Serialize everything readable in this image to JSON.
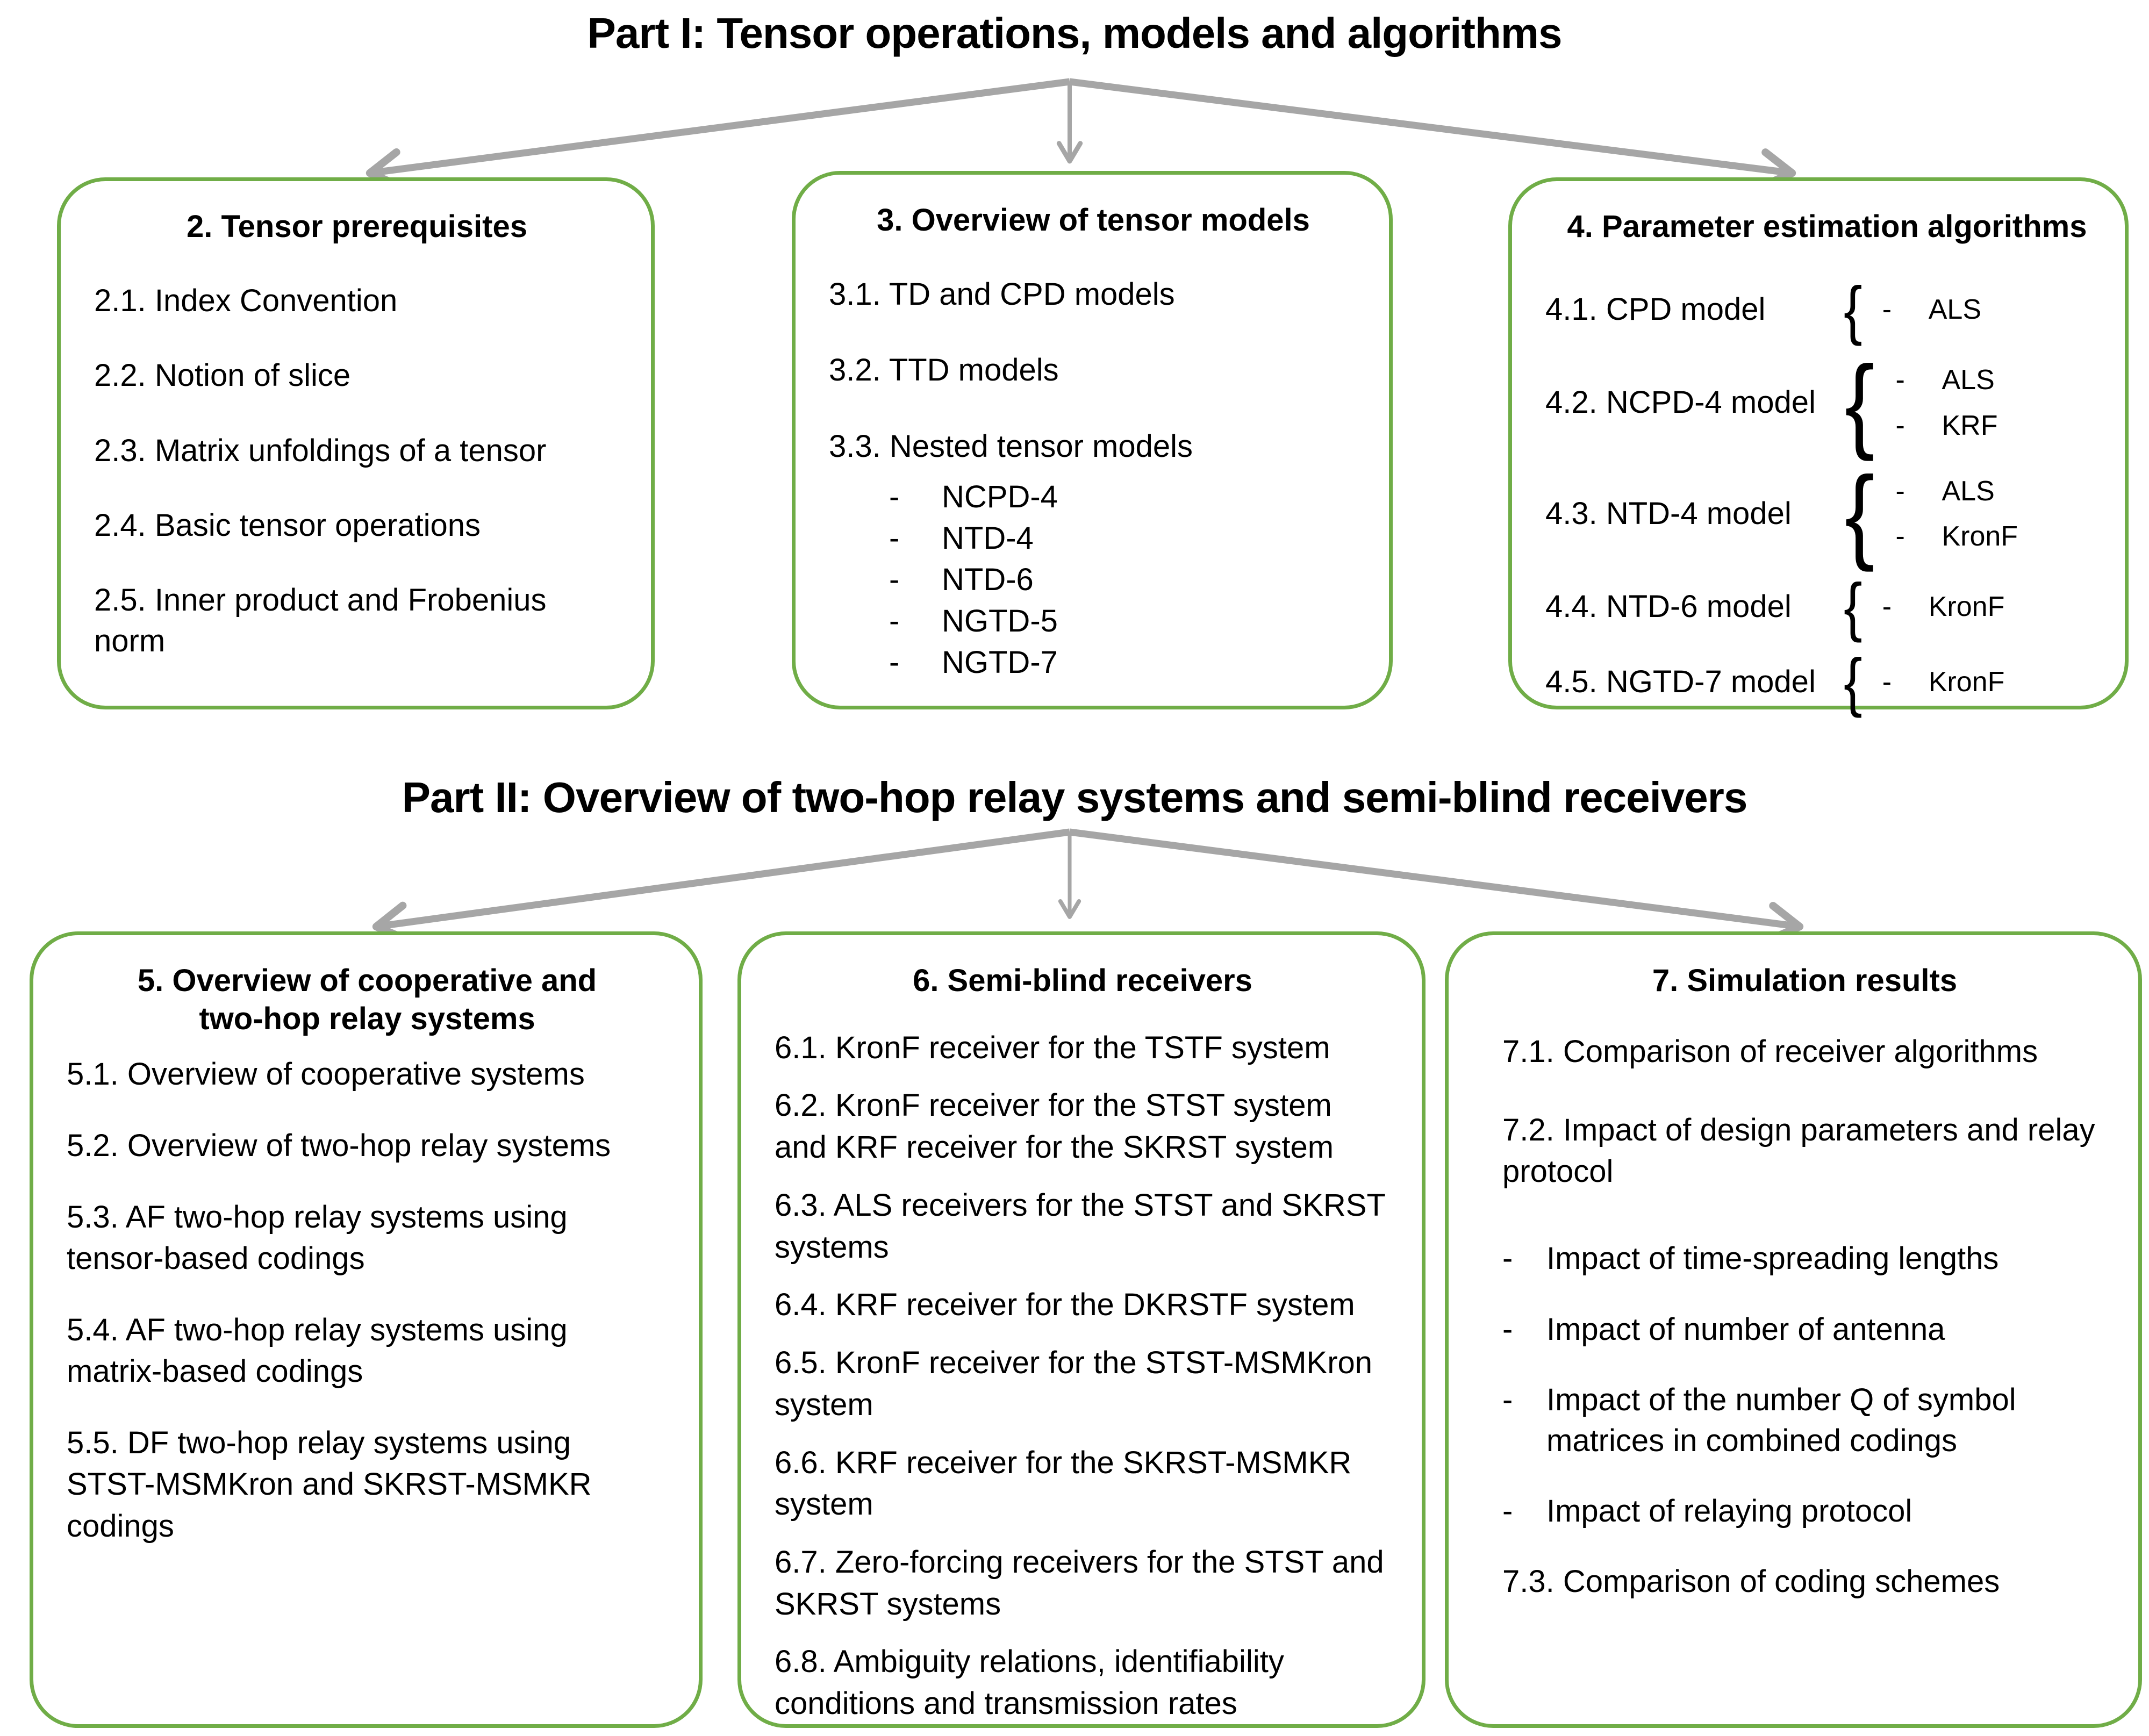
{
  "glyphs": {
    "dash": "-",
    "brace": "{"
  },
  "colors": {
    "box_border": "#70ad47",
    "connector": "#a6a6a6",
    "text": "#000000",
    "background": "#ffffff"
  },
  "part1": {
    "title": "Part I: Tensor operations, models and algorithms",
    "boxes": [
      {
        "title": "2. Tensor prerequisites",
        "items": [
          {
            "text": "2.1. Index Convention"
          },
          {
            "text": "2.2. Notion of slice"
          },
          {
            "text": "2.3. Matrix unfoldings of a tensor"
          },
          {
            "text": "2.4. Basic tensor operations"
          },
          {
            "text": "2.5. Inner product and Frobenius norm"
          }
        ]
      },
      {
        "title": "3. Overview of tensor models",
        "items": [
          {
            "text": "3.1. TD and CPD models"
          },
          {
            "text": "3.2. TTD models"
          },
          {
            "text": "3.3. Nested tensor models",
            "subitems": [
              "NCPD-4",
              "NTD-4",
              "NTD-6",
              "NGTD-5",
              "NGTD-7"
            ]
          }
        ]
      },
      {
        "title": "4. Parameter estimation algorithms",
        "rows": [
          {
            "label": "4.1. CPD model",
            "algorithms": [
              "ALS"
            ]
          },
          {
            "label": "4.2. NCPD-4 model",
            "algorithms": [
              "ALS",
              "KRF"
            ]
          },
          {
            "label": "4.3. NTD-4 model",
            "algorithms": [
              "ALS",
              "KronF"
            ]
          },
          {
            "label": "4.4. NTD-6 model",
            "algorithms": [
              "KronF"
            ]
          },
          {
            "label": "4.5. NGTD-7 model",
            "algorithms": [
              "KronF"
            ]
          }
        ]
      }
    ]
  },
  "part2": {
    "title": "Part II: Overview of two-hop relay systems and semi-blind receivers",
    "boxes": [
      {
        "title": "5. Overview of cooperative and\ntwo-hop relay systems",
        "items": [
          {
            "text": "5.1. Overview of cooperative systems"
          },
          {
            "text": "5.2. Overview of two-hop relay systems"
          },
          {
            "text": "5.3. AF two-hop relay systems using tensor-based codings"
          },
          {
            "text": "5.4. AF two-hop relay systems using matrix-based codings"
          },
          {
            "text": "5.5. DF two-hop relay systems using STST-MSMKron and SKRST-MSMKR codings"
          }
        ]
      },
      {
        "title": "6. Semi-blind receivers",
        "items": [
          {
            "text": "6.1. KronF receiver for the TSTF system"
          },
          {
            "text": "6.2. KronF receiver for the STST system and KRF receiver for the SKRST system"
          },
          {
            "text": "6.3. ALS receivers for the STST and SKRST systems"
          },
          {
            "text": "6.4. KRF receiver for the DKRSTF system"
          },
          {
            "text": "6.5. KronF receiver for the STST-MSMKron system"
          },
          {
            "text": "6.6. KRF receiver for the SKRST-MSMKR system"
          },
          {
            "text": "6.7. Zero-forcing receivers for the STST and SKRST systems"
          },
          {
            "text": "6.8. Ambiguity relations, identifiability conditions and transmission rates"
          }
        ]
      },
      {
        "title": "7. Simulation results",
        "items": [
          {
            "text": "7.1. Comparison of receiver algorithms"
          },
          {
            "text": "7.2. Impact of design parameters and relay protocol"
          },
          {
            "text": "Impact of time-spreading lengths",
            "dash": true
          },
          {
            "text": "Impact of number of antenna",
            "dash": true
          },
          {
            "text": "Impact of the number Q of symbol matrices in combined codings",
            "dash": true
          },
          {
            "text": "Impact of relaying protocol",
            "dash": true
          },
          {
            "text": "7.3. Comparison of coding schemes"
          }
        ]
      }
    ]
  }
}
